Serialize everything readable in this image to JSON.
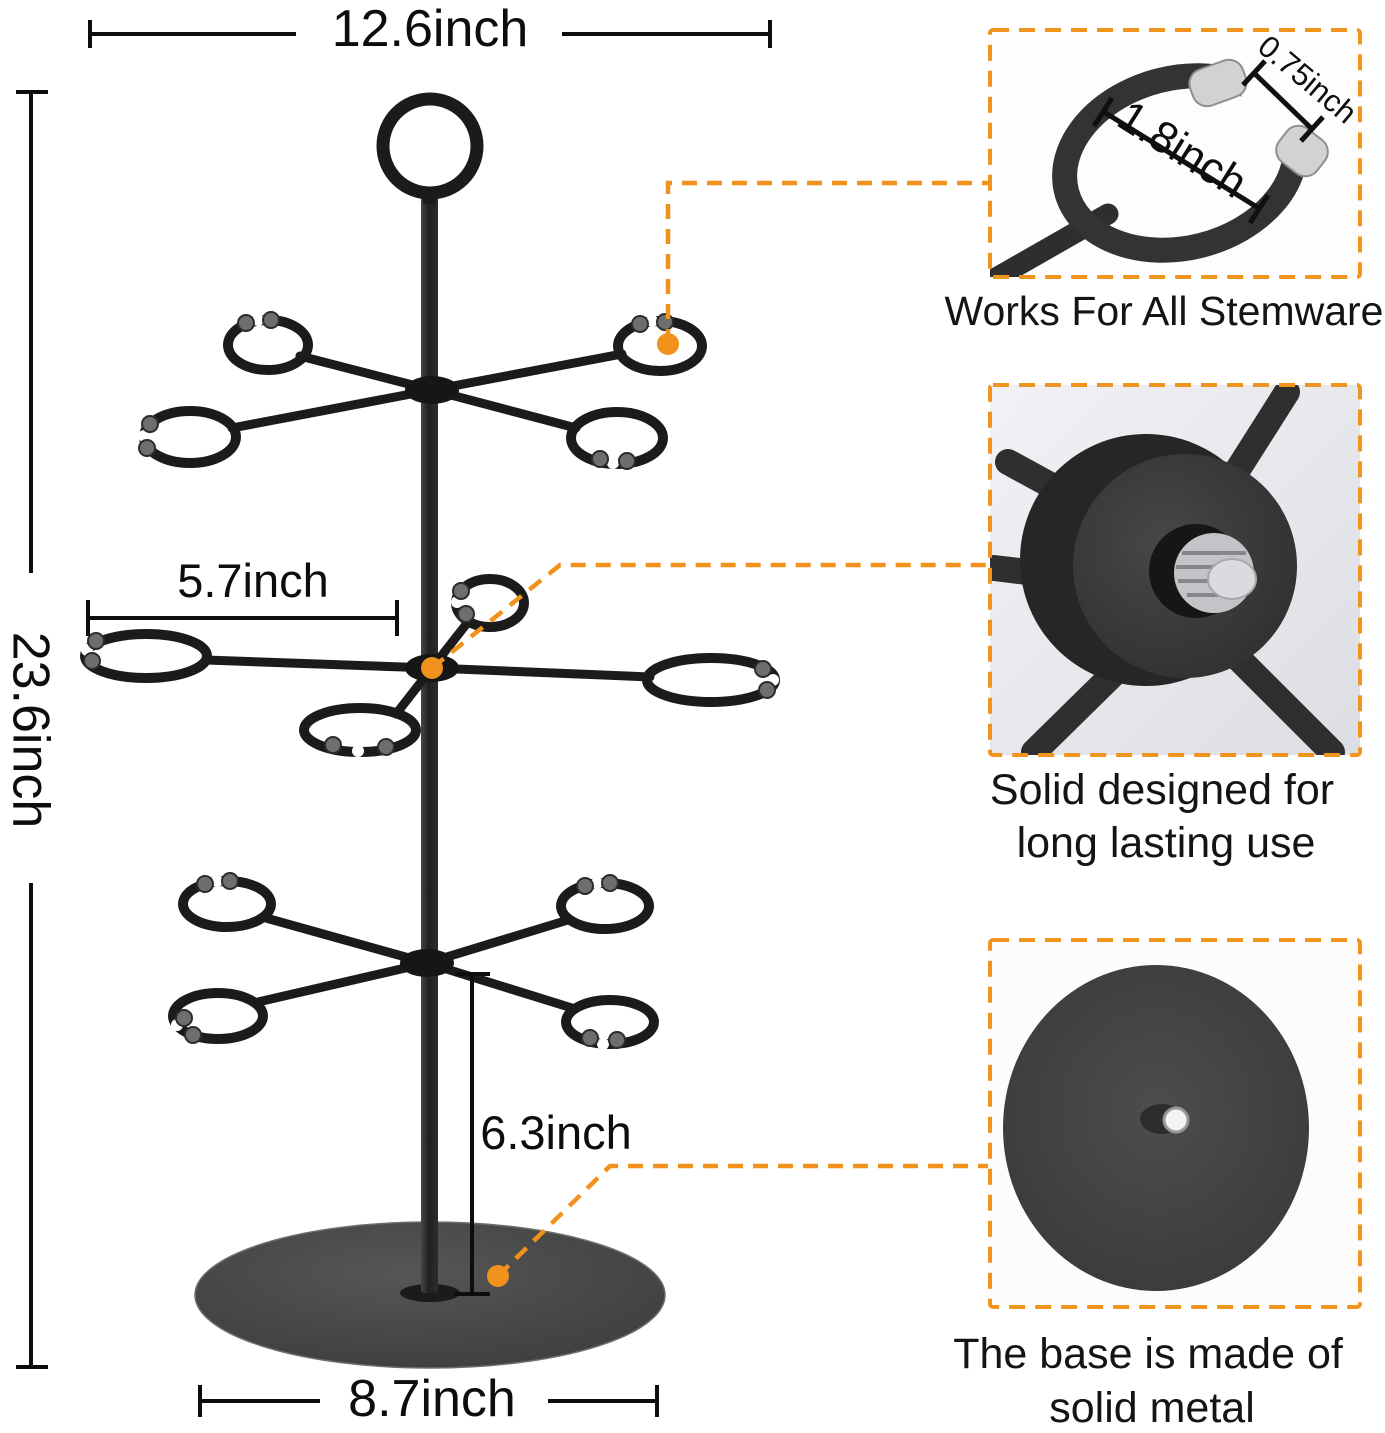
{
  "colors": {
    "accent": "#F0921C",
    "metal_black": "#1b1b1b",
    "base_gray": "#454545"
  },
  "dimensions": {
    "top_width": "12.6inch",
    "total_height": "23.6inch",
    "arm_span": "5.7inch",
    "pole_to_base": "6.3inch",
    "base_width": "8.7inch"
  },
  "hook_detail": {
    "ring_diameter": "1.8inch",
    "gap": "0.75inch",
    "caption": "Works For All Stemware"
  },
  "hub_detail": {
    "caption_line1": "Solid designed for",
    "caption_line2": "long lasting use"
  },
  "base_detail": {
    "caption_line1": "The base is made of",
    "caption_line2": "solid metal"
  }
}
